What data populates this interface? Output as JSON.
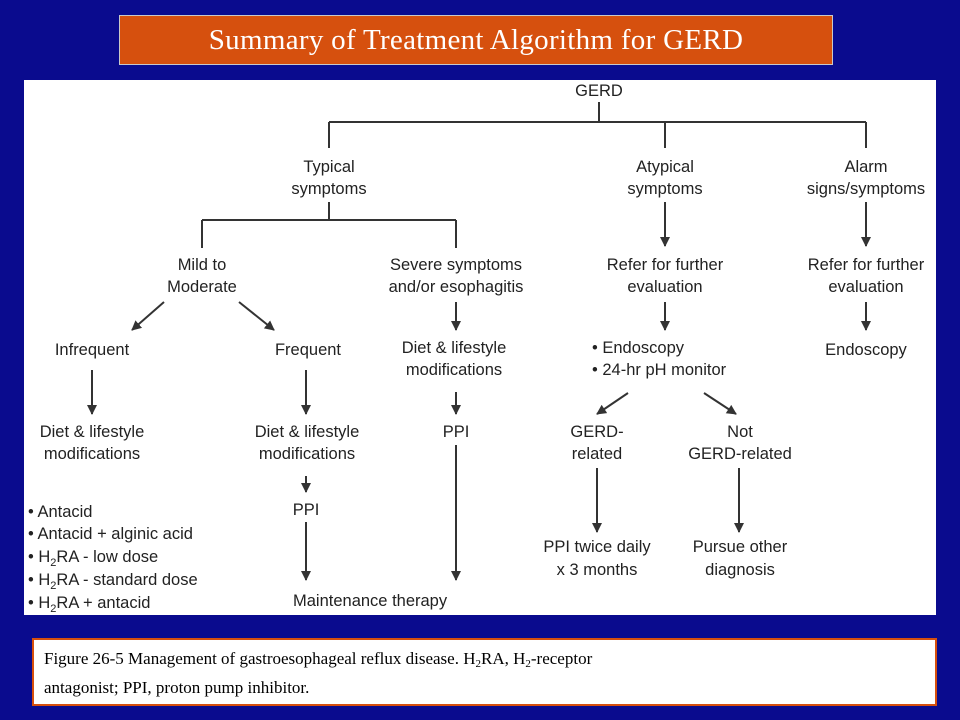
{
  "slide": {
    "title": "Summary of Treatment Algorithm for GERD"
  },
  "diagram": {
    "nodes": {
      "gerd": "GERD",
      "typical_l1": "Typical",
      "typical_l2": "symptoms",
      "atypical_l1": "Atypical",
      "atypical_l2": "symptoms",
      "alarm_l1": "Alarm",
      "alarm_l2": "signs/symptoms",
      "mild_l1": "Mild to",
      "mild_l2": "Moderate",
      "severe_l1": "Severe symptoms",
      "severe_l2": "and/or esophagitis",
      "refer_a_l1": "Refer for further",
      "refer_a_l2": "evaluation",
      "refer_b_l1": "Refer for further",
      "refer_b_l2": "evaluation",
      "infrequent": "Infrequent",
      "frequent": "Frequent",
      "diet_severe_l1": "Diet & lifestyle",
      "diet_severe_l2": "modifications",
      "tests_1": "• Endoscopy",
      "tests_2": "• 24-hr pH monitor",
      "endoscopy": "Endoscopy",
      "diet_infreq_l1": "Diet & lifestyle",
      "diet_infreq_l2": "modifications",
      "diet_freq_l1": "Diet & lifestyle",
      "diet_freq_l2": "modifications",
      "ppi_severe": "PPI",
      "gerd_related_l1": "GERD-",
      "gerd_related_l2": "related",
      "not_related_l1": "Not",
      "not_related_l2": "GERD-related",
      "antacid_1": "• Antacid",
      "antacid_2": "• Antacid + alginic acid",
      "h2ra_prefix": "• H",
      "h2ra_sub": "2",
      "h2ra_low": "RA - low dose",
      "h2ra_standard": "RA - standard dose",
      "h2ra_antacid": "RA + antacid",
      "ppi_freq": "PPI",
      "ppi_twice_l1": "PPI twice daily",
      "ppi_twice_l2": "x 3 months",
      "pursue_l1": "Pursue other",
      "pursue_l2": "diagnosis",
      "maintenance": "Maintenance therapy"
    }
  },
  "caption": {
    "part1": "Figure 26-5 Management of gastroesophageal reflux disease. H",
    "sub1": "2",
    "part2": "RA, H",
    "sub2": "2",
    "part3": "-receptor",
    "line2": "antagonist; PPI, proton pump inhibitor."
  },
  "colors": {
    "background": "#0a0b8e",
    "title_box": "#d6500e",
    "panel": "#ffffff"
  }
}
